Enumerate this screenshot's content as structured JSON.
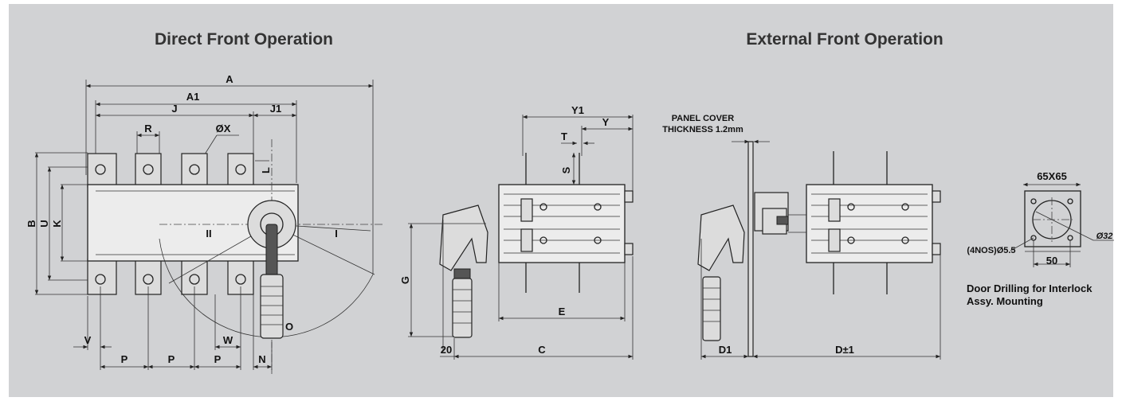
{
  "titles": {
    "left": "Direct Front Operation",
    "right": "External Front Operation"
  },
  "dims": {
    "A": "A",
    "A1": "A1",
    "J": "J",
    "J1": "J1",
    "R": "R",
    "OX": "ØX",
    "L": "L",
    "B": "B",
    "U": "U",
    "K": "K",
    "II": "II",
    "I": "I",
    "O": "O",
    "V": "V",
    "P": "P",
    "W": "W",
    "N": "N",
    "Y1": "Y1",
    "Y": "Y",
    "T": "T",
    "S": "S",
    "G": "G",
    "E": "E",
    "C": "C",
    "twenty": "20",
    "D1": "D1",
    "Dpm1": "D±1"
  },
  "panel_note": {
    "line1": "PANEL COVER",
    "line2": "THICKNESS 1.2mm"
  },
  "drilling": {
    "size": "65X65",
    "holes": "(4NOS)Ø5.5",
    "dia": "Ø32",
    "spacing": "50",
    "caption1": "Door Drilling for Interlock",
    "caption2": "Assy. Mounting"
  },
  "colors": {
    "background": "#d1d2d4",
    "line": "#222222",
    "title": "#333333"
  }
}
